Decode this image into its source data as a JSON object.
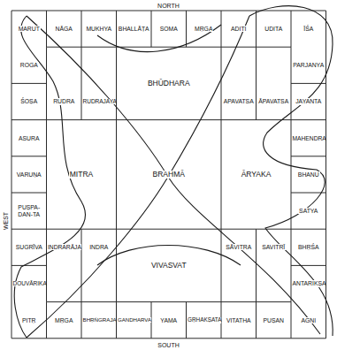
{
  "diagram": {
    "nodes": [
      {
        "text": [
          "MARUT"
        ]
      },
      {
        "text": [
          "NĀGA"
        ]
      },
      {
        "text": [
          "MUKHYA"
        ]
      },
      {
        "text": [
          "BHALLĀṬA"
        ]
      },
      {
        "text": [
          "SOMA"
        ]
      },
      {
        "text": [
          "MṚGA"
        ]
      },
      {
        "text": [
          "ADITI"
        ]
      },
      {
        "text": [
          "UDITA"
        ]
      },
      {
        "text": [
          "ĪŚA"
        ]
      },
      {
        "text": [
          "ROGA"
        ]
      },
      {
        "text": [
          "BHŪDHARA"
        ]
      },
      {
        "text": [
          "PARJANYA"
        ]
      },
      {
        "text": [
          "ŚOṢA"
        ]
      },
      {
        "text": [
          "RUDRA"
        ]
      },
      {
        "text": [
          "RUDRAJAYA"
        ]
      },
      {
        "text": [
          "APAVATSA"
        ]
      },
      {
        "text": [
          "ĀPAVATSA"
        ]
      },
      {
        "text": [
          "JAYANTA"
        ]
      },
      {
        "text": [
          "ASURA"
        ]
      },
      {
        "text": [
          "MAHENDRA"
        ]
      },
      {
        "text": [
          "VARUṆA"
        ]
      },
      {
        "text": [
          "MITRA"
        ]
      },
      {
        "text": [
          "BRAHMĀ"
        ]
      },
      {
        "text": [
          "ĀRYAKA"
        ]
      },
      {
        "text": [
          "BHANU"
        ]
      },
      {
        "text": [
          "PUṢPA- DAN-TA"
        ]
      },
      {
        "text": [
          "SATYA"
        ]
      },
      {
        "text": [
          "SUGRĪVA"
        ]
      },
      {
        "text": [
          "INDRARĀJA"
        ]
      },
      {
        "text": [
          "INDRA"
        ]
      },
      {
        "text": [
          "VIVASVAT"
        ]
      },
      {
        "text": [
          "SĀVITRA"
        ]
      },
      {
        "text": [
          "SAVITRĪ"
        ]
      },
      {
        "text": [
          "BHṚŚA"
        ]
      },
      {
        "text": [
          "DOUVĀRIKA"
        ]
      },
      {
        "text": [
          "ANTARIKṢA"
        ]
      },
      {
        "text": [
          "PITṚ"
        ]
      },
      {
        "text": [
          "MṚGA"
        ]
      },
      {
        "text": [
          "BHṚṄGRAJA"
        ]
      },
      {
        "text": [
          "GANDHARVA"
        ]
      },
      {
        "text": [
          "YAMA"
        ]
      },
      {
        "text": [
          "GṚHAKṢATA"
        ]
      },
      {
        "text": [
          "VITATHA"
        ]
      },
      {
        "text": [
          "PUṢAN"
        ]
      },
      {
        "text": [
          "AGNI"
        ]
      }
    ],
    "labels": [
      "NORTH",
      "SOUTH",
      "WEST"
    ]
  }
}
